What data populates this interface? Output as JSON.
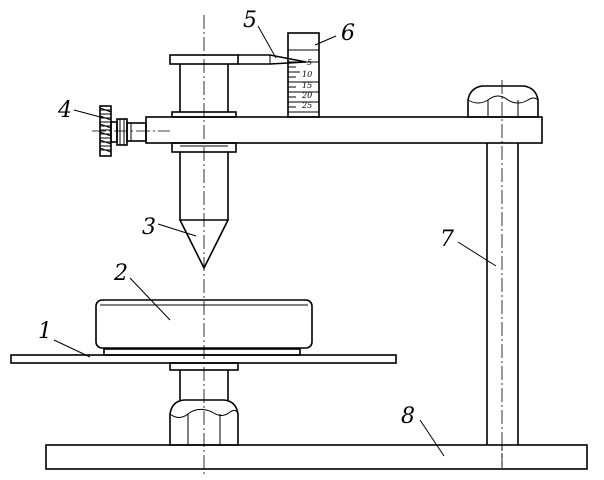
{
  "labels": [
    {
      "id": "1",
      "text": "1"
    },
    {
      "id": "2",
      "text": "2"
    },
    {
      "id": "3",
      "text": "3"
    },
    {
      "id": "4",
      "text": "4"
    },
    {
      "id": "5",
      "text": "5"
    },
    {
      "id": "6",
      "text": "6"
    },
    {
      "id": "7",
      "text": "7"
    },
    {
      "id": "8",
      "text": "8"
    }
  ],
  "scale_ticks": [
    "5",
    "10",
    "15",
    "20",
    "25"
  ]
}
